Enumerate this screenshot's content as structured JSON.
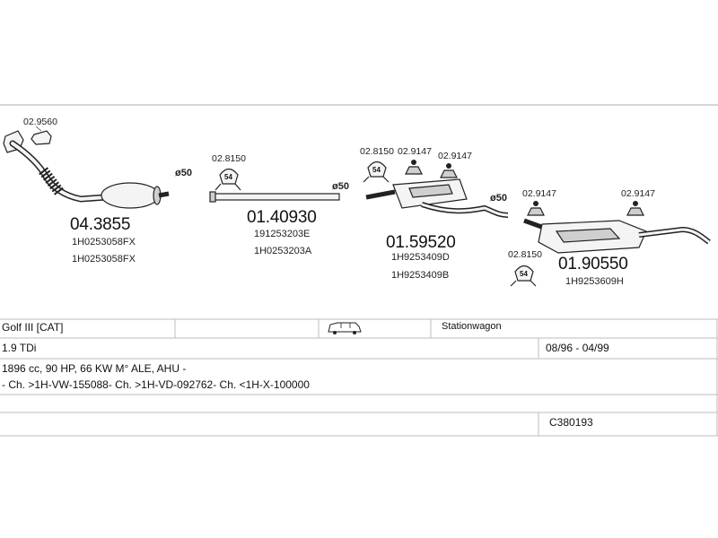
{
  "parts": {
    "p1": {
      "ref": "02.9560"
    },
    "p2": {
      "code": "04.3855",
      "oe": [
        "1H0253058FX",
        "1H0253058FX"
      ]
    },
    "p3": {
      "ref": "02.8150",
      "clamp": "54"
    },
    "p4": {
      "code": "01.40930",
      "oe": [
        "191253203E",
        "1H0253203A"
      ]
    },
    "p5": {
      "refs": [
        "02.8150",
        "02.9147",
        "02.9147"
      ],
      "clamp": "54"
    },
    "p6": {
      "code": "01.59520",
      "oe": [
        "1H9253409D",
        "1H9253409B"
      ]
    },
    "p7": {
      "refs": [
        "02.9147",
        "02.9147"
      ]
    },
    "p8": {
      "ref": "02.8150",
      "clamp": "54"
    },
    "p9": {
      "code": "01.90550",
      "oe": [
        "1H9253609H"
      ]
    }
  },
  "diameters": [
    "ø50",
    "ø50",
    "ø50"
  ],
  "info": {
    "model": "Golf III  [CAT]",
    "body": "Stationwagon",
    "engine": "1.9 TDi",
    "years": "08/96 - 04/99",
    "spec": "1896 cc, 90 HP, 66 KW M° ALE, AHU -",
    "chassis": "- Ch. >1H-VW-155088- Ch. >1H-VD-092762- Ch. <1H-X-100000",
    "catalog": "C380193"
  }
}
